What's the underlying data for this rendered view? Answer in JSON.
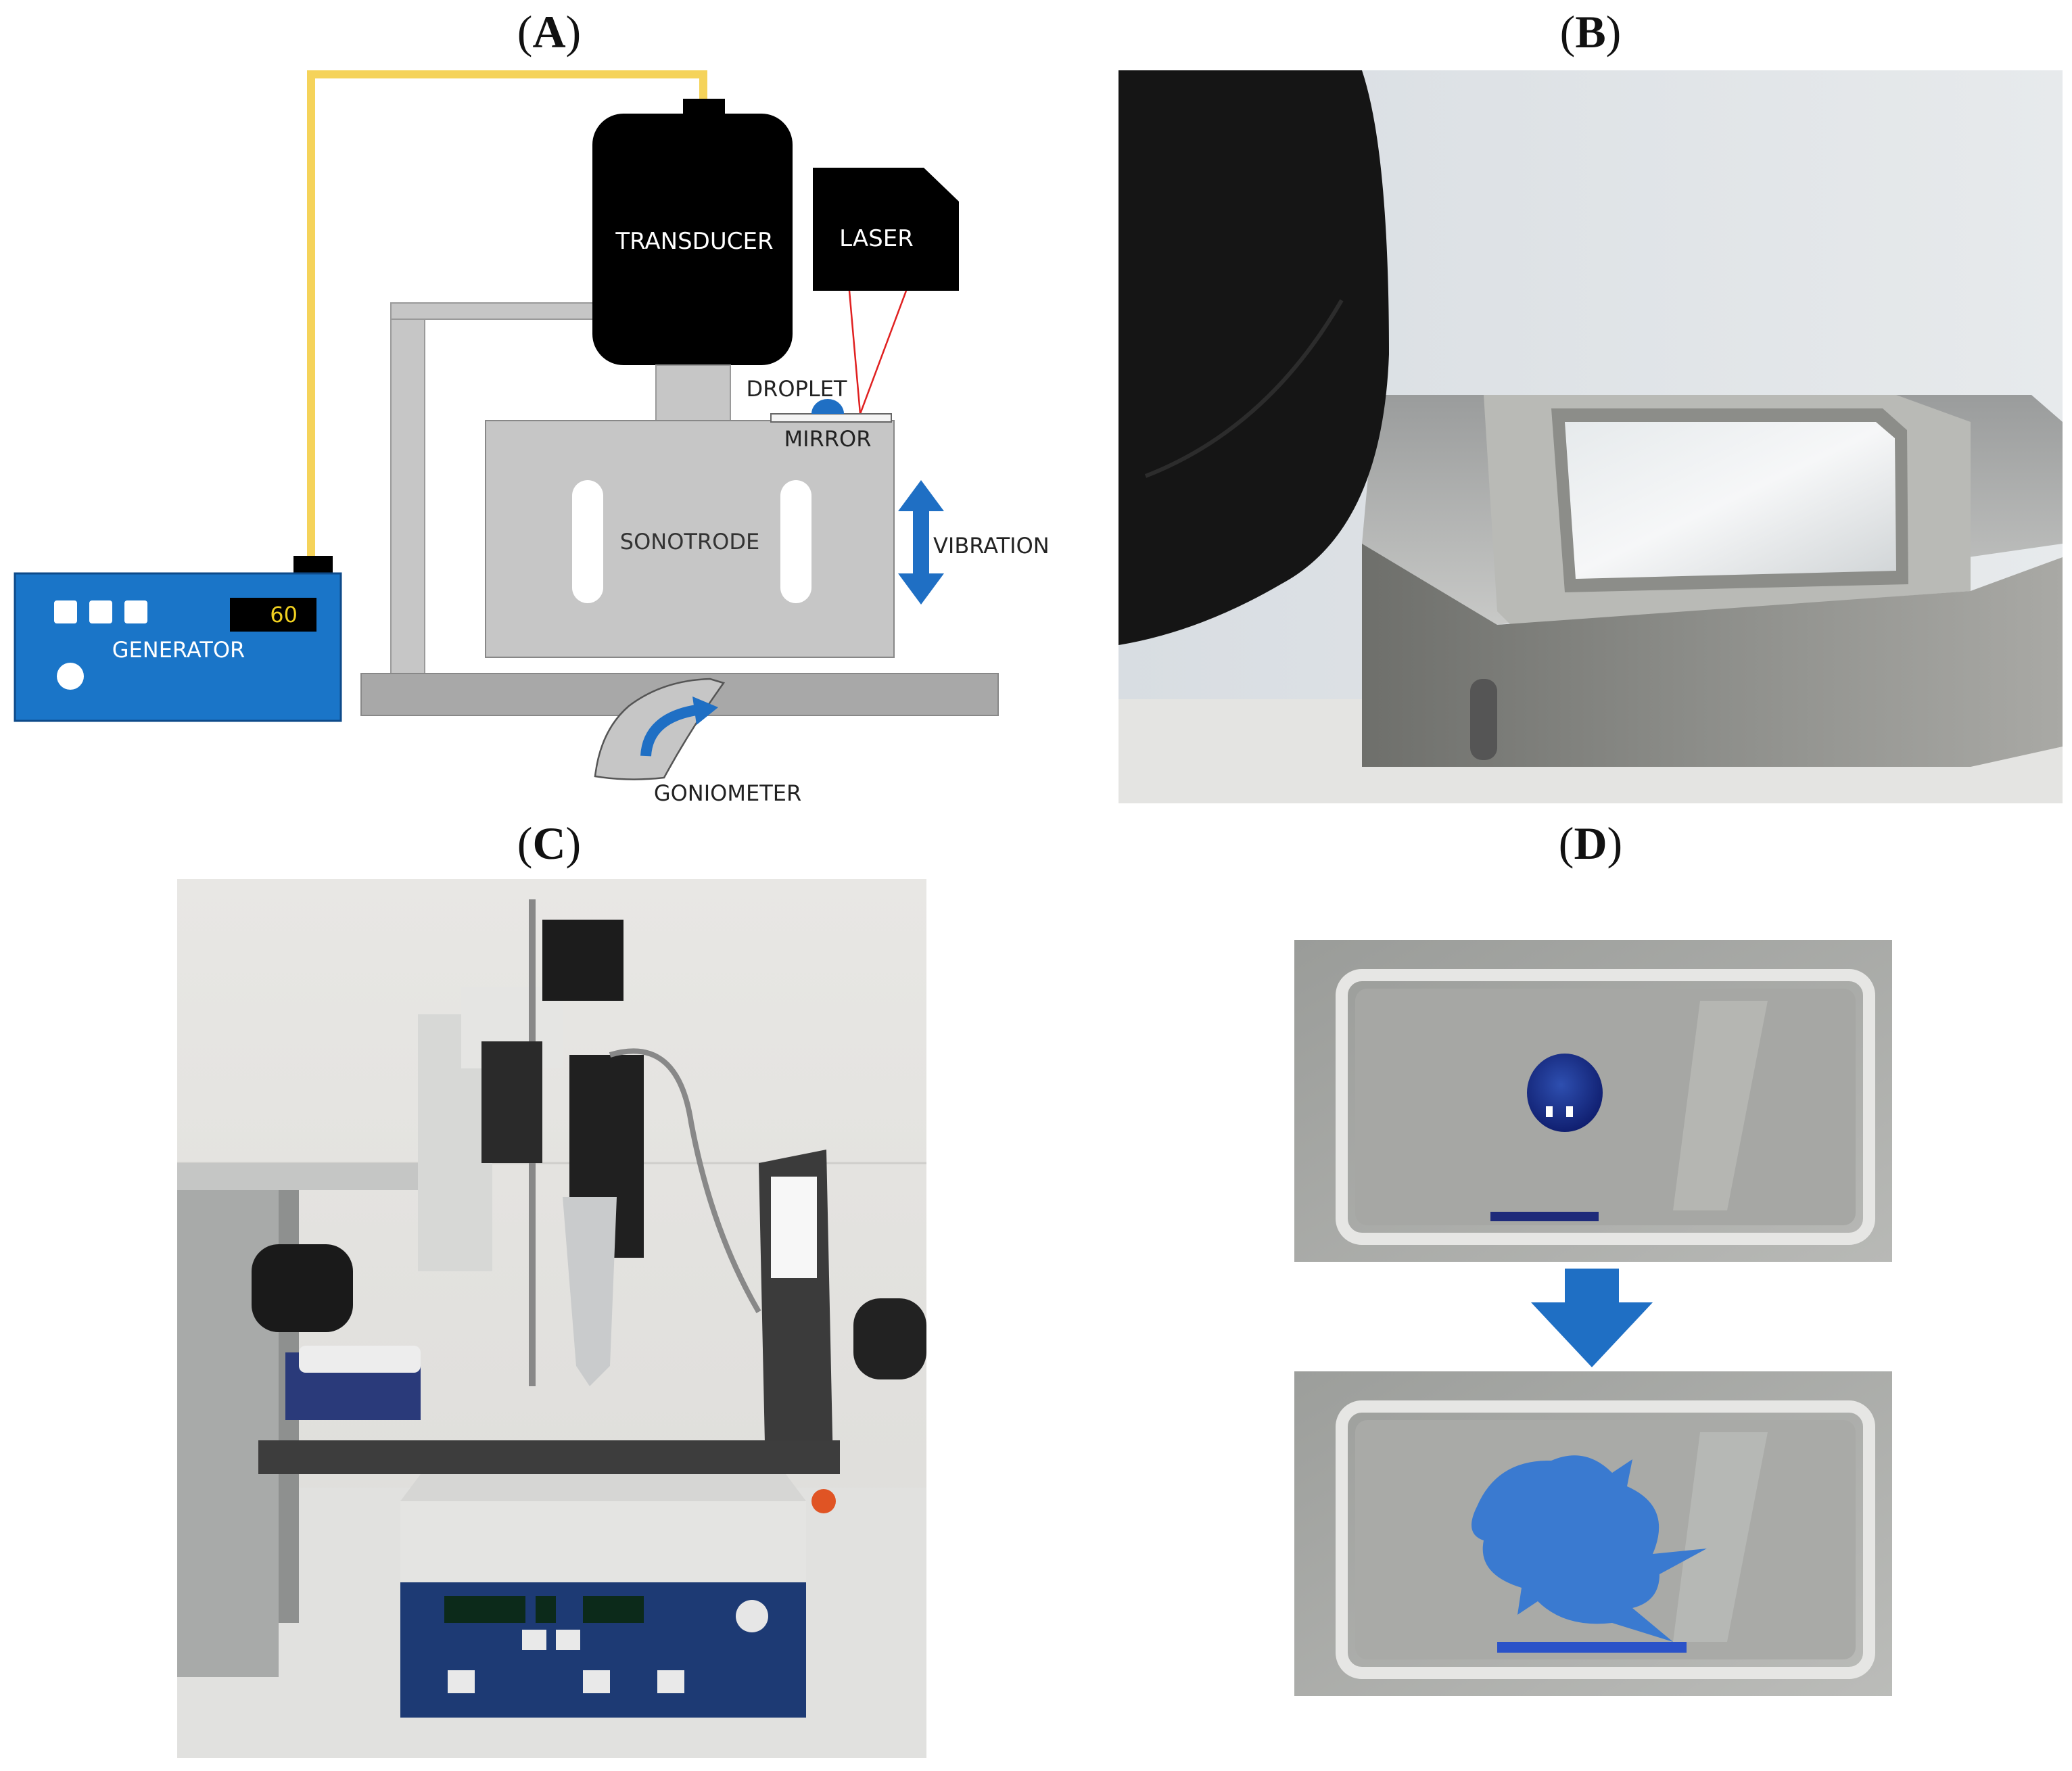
{
  "panels": {
    "a": {
      "open": "(",
      "letter": "A",
      "close": ")"
    },
    "b": {
      "open": "(",
      "letter": "B",
      "close": ")"
    },
    "c": {
      "open": "(",
      "letter": "C",
      "close": ")"
    },
    "d": {
      "open": "(",
      "letter": "D",
      "close": ")"
    }
  },
  "diagram": {
    "transducer": "TRANSDUCER",
    "laser": "LASER",
    "droplet": "DROPLET",
    "mirror": "MIRROR",
    "sonotrode": "SONOTRODE",
    "vibration": "VIBRATION",
    "generator": "GENERATOR",
    "generator_display": "60",
    "goniometer": "GONIOMETER"
  },
  "colors": {
    "cable": "#f5d35a",
    "blue": "#1f6fc4",
    "generator_blue": "#1a75c8",
    "gray": "#c6c6c6",
    "dark_gray": "#a8a8a8",
    "laser_beam": "#e02020"
  },
  "icons": {
    "vibration_arrow": "double-headed-vertical-arrow-icon",
    "goniometer_arrow": "curved-arrow-icon",
    "transition_arrow": "down-arrow-icon"
  }
}
